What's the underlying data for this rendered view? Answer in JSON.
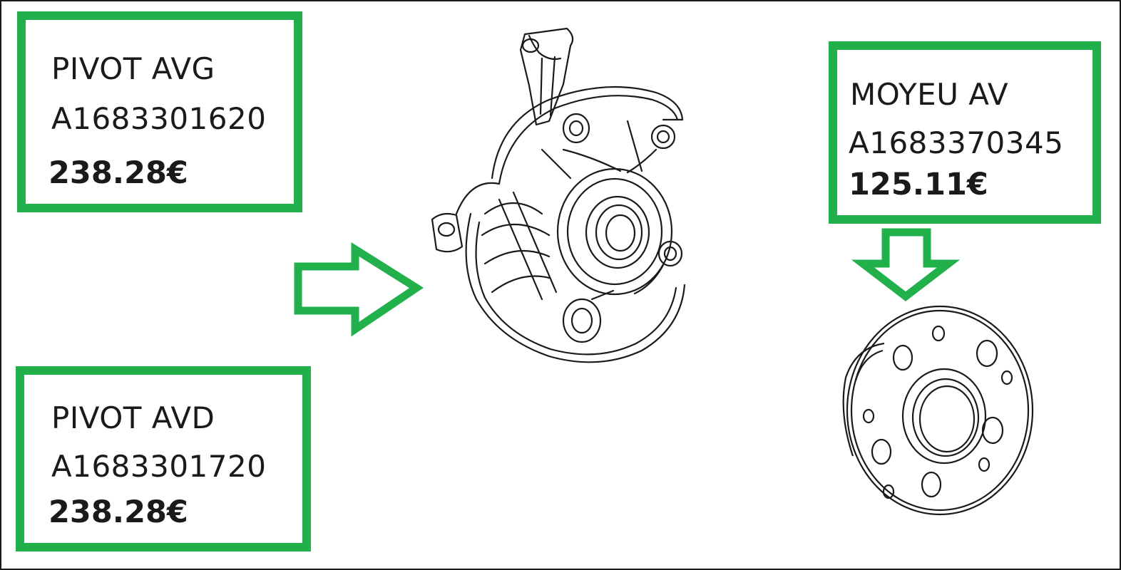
{
  "parts": {
    "pivot_avg": {
      "name": "PIVOT AVG",
      "reference": "A1683301620",
      "price": "238.28€"
    },
    "pivot_avd": {
      "name": "PIVOT AVD",
      "reference": "A1683301720",
      "price": "238.28€"
    },
    "moyeu_av": {
      "name": "MOYEU AV",
      "reference": "A1683370345",
      "price": "125.11€"
    }
  },
  "colors": {
    "accent_green": "#22b04b",
    "line_art": "#1a1a1a",
    "background": "#ffffff"
  },
  "icons": {
    "arrow_to_pivot": "arrow-right-icon",
    "arrow_to_hub": "arrow-down-icon",
    "knuckle": "steering-knuckle-icon",
    "hub": "wheel-hub-icon"
  }
}
